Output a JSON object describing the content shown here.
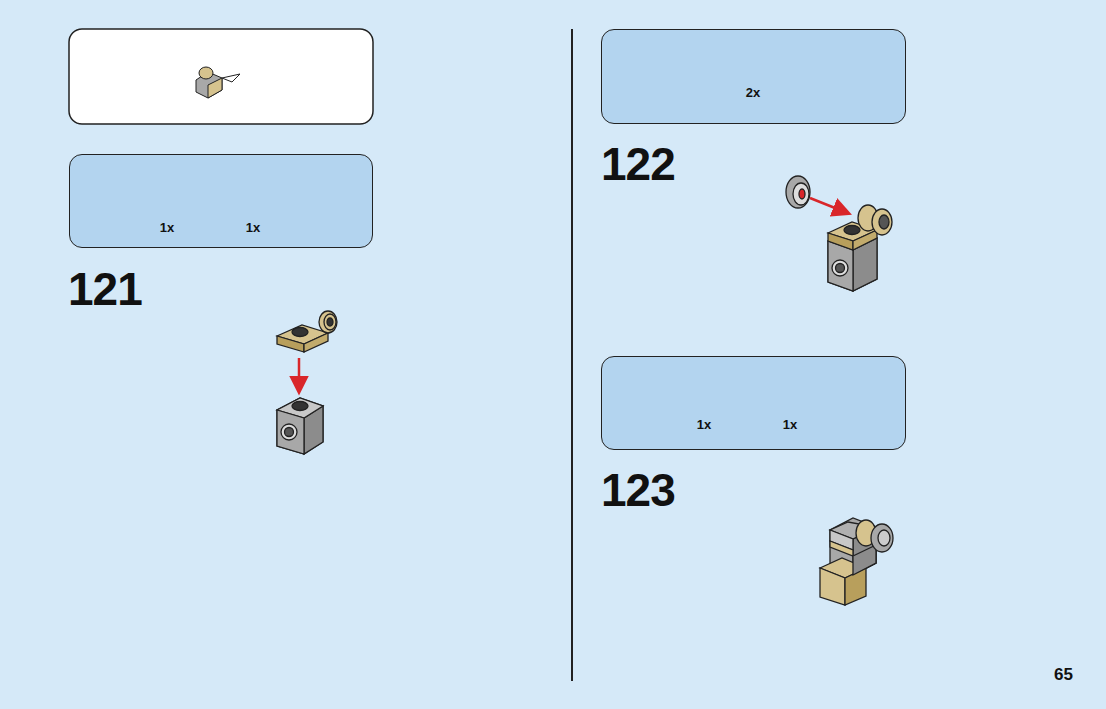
{
  "diagram": {
    "nodes": [
      {
        "text": [
          "1x",
          "1x"
        ]
      },
      {
        "text": [
          "2x"
        ]
      },
      {
        "text": [
          "1x",
          "1x"
        ]
      }
    ],
    "labels": [
      "121",
      "122",
      "123",
      "65"
    ]
  }
}
